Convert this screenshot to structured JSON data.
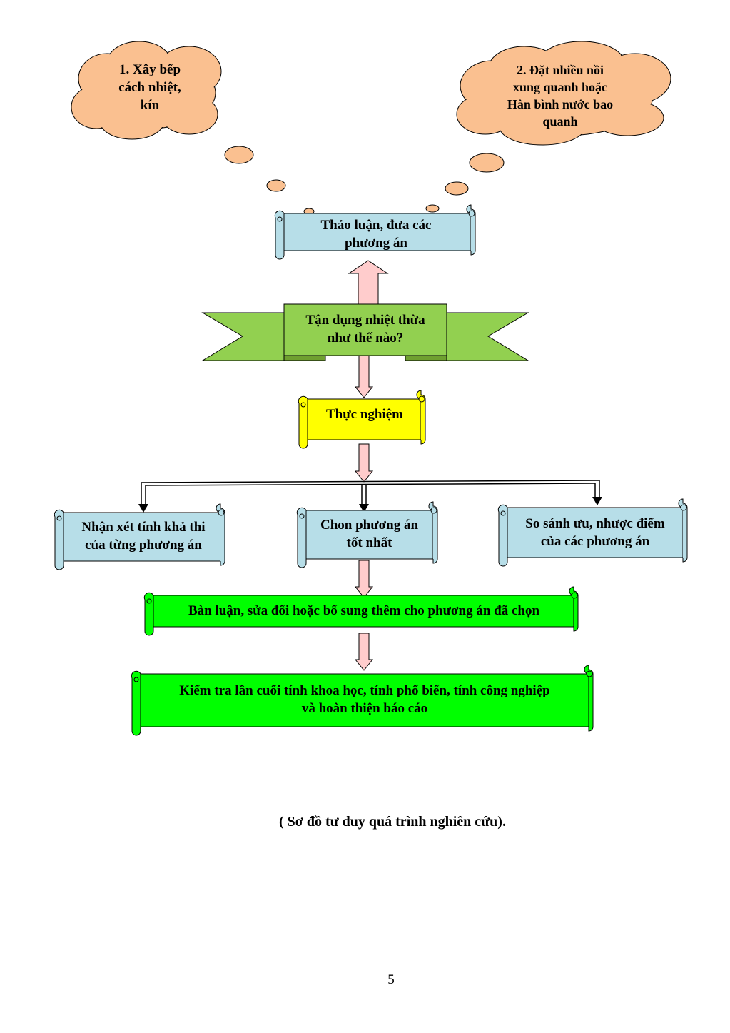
{
  "colors": {
    "cloud": "#FAC090",
    "scroll_blue": "#B7DEE8",
    "ribbon": "#92D050",
    "scroll_yellow": "#FFFF00",
    "scroll_green": "#00FF00",
    "arrow_pink": "#FFCCCC",
    "outline": "#000000"
  },
  "clouds": [
    {
      "id": "idea-1",
      "text": "1. Xây bếp\ncách nhiệt,\nkín"
    },
    {
      "id": "idea-2",
      "text": "2. Đặt nhiều nồi\nxung quanh hoặc\nHàn bình nước bao\nquanh"
    }
  ],
  "nodes": {
    "discuss": "Thảo luận, đưa các\nphương án",
    "question": "Tận dụng nhiệt thừa\nnhư thế nào?",
    "experiment": "Thực nghiệm",
    "feasibility": "Nhận xét tính khả thi\ncủa từng phương án",
    "choose": "Chon phương án\ntốt nhất",
    "compare": "So sánh ưu, nhược điểm\ncủa các phương án",
    "refine": "Bàn luận, sửa đổi hoặc bổ sung thêm cho phương án đã chọn",
    "final": "Kiểm tra lần cuối tính khoa học, tính phổ biến, tính công nghiệp\nvà hoàn thiện báo cáo"
  },
  "caption": "( Sơ đồ tư duy quá trình nghiên cứu).",
  "page_number": "5"
}
